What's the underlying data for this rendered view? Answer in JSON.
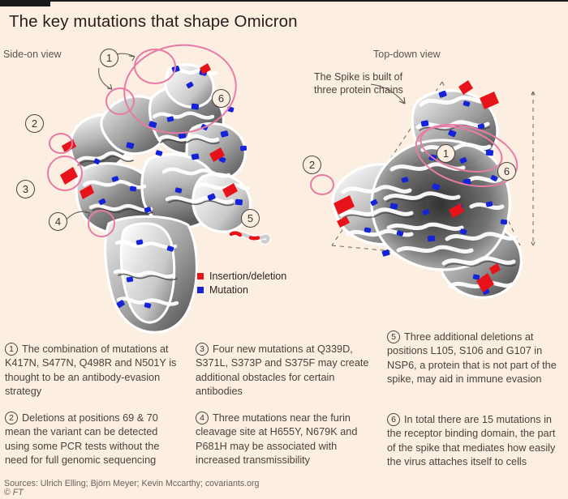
{
  "header": {
    "title": "The key mutations that shape Omicron"
  },
  "views": {
    "side_on_label": "Side-on view",
    "top_down_label": "Top-down view",
    "spike_annotation": "The Spike is built of three protein chains"
  },
  "legend": {
    "items": [
      {
        "label": "Insertion/deletion",
        "color": "#e8131a",
        "icon": "square-swatch"
      },
      {
        "label": "Mutation",
        "color": "#1423d8",
        "icon": "square-swatch"
      }
    ]
  },
  "markers": {
    "side_on": [
      "1",
      "2",
      "3",
      "4",
      "5",
      "6"
    ],
    "top_down": [
      "1",
      "2",
      "6"
    ]
  },
  "notes": [
    {
      "num": "1",
      "text": "The combination of mutations at K417N, S477N, Q498R and N501Y is thought to be an antibody-evasion strategy"
    },
    {
      "num": "2",
      "text": "Deletions at positions 69 & 70 mean the variant can be detected using some PCR tests without the need for full genomic sequencing"
    },
    {
      "num": "3",
      "text": "Four new mutations at Q339D, S371L, S373P and S375F may create additional obstacles for certain antibodies"
    },
    {
      "num": "4",
      "text": "Three mutations near the furin cleavage site at H655Y, N679K and P681H may be associated with increased transmissibility"
    },
    {
      "num": "5",
      "text": "Three additional deletions at positions L105, S106 and G107 in NSP6, a protein that is not part of the spike, may aid in immune evasion"
    },
    {
      "num": "6",
      "text": "In total there are 15 mutations in the receptor binding domain, the part of the spike that mediates how easily the virus attaches itself to cells"
    }
  ],
  "footer": {
    "sources": "Sources: Ulrich Elling; Björn Meyer; Kevin Mccarthy; covariants.org",
    "copyright_symbol": "©",
    "copyright_text": "FT"
  },
  "colors": {
    "background": "#fceee1",
    "highlight_pink": "#e87ba6",
    "insertion_red": "#e8131a",
    "mutation_blue": "#1423d8",
    "text": "#4a423d",
    "rule_black": "#1a1a1a"
  }
}
